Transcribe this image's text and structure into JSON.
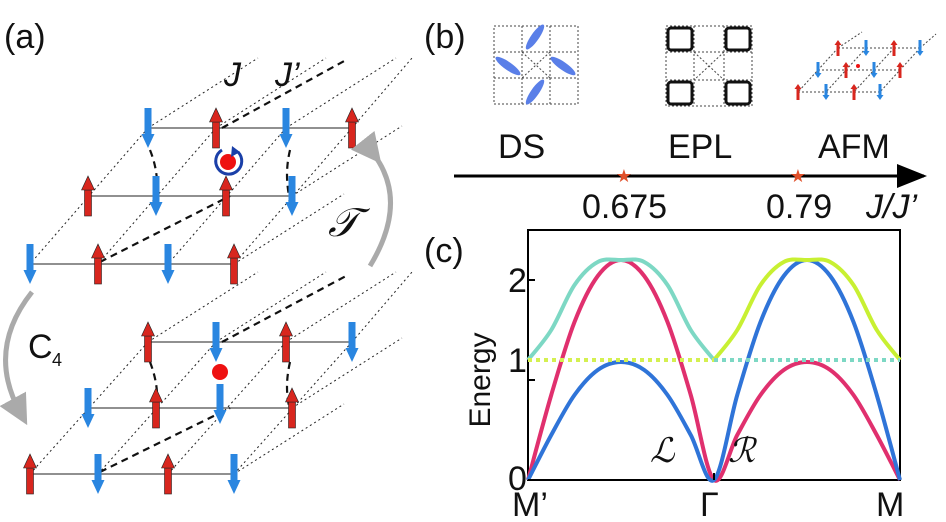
{
  "panels": {
    "a": {
      "label": "(a)",
      "J": "J",
      "Jp": "J’",
      "T": "𝒯",
      "C4": "C",
      "C4sub": "4"
    },
    "b": {
      "label": "(b)",
      "phases": [
        "DS",
        "EPL",
        "AFM"
      ],
      "axis_ticks": [
        "0.675",
        "0.79"
      ],
      "axis_label": "J/J’",
      "colors": {
        "axis": "#000000",
        "star": "#e0502a",
        "ds": "#5a7fe8"
      }
    },
    "c": {
      "label": "(c)",
      "L": "ℒ",
      "R": "ℛ"
    }
  },
  "colors": {
    "up": "#d8261e",
    "down": "#2a86e0",
    "dot": "#ee1111",
    "rot": "#1a3fa8"
  },
  "chart_data": {
    "type": "line",
    "ylabel": "Energy",
    "xticks": [
      "M’",
      "Γ",
      "M"
    ],
    "yticks": [
      "0",
      "1",
      "2"
    ],
    "ylim": [
      0,
      2.5
    ],
    "x": [
      0,
      0.0625,
      0.125,
      0.1875,
      0.25,
      0.3125,
      0.375,
      0.4375,
      0.5,
      0.5625,
      0.625,
      0.6875,
      0.75,
      0.8125,
      0.875,
      0.9375,
      1
    ],
    "series": [
      {
        "color": "#e0306e",
        "values": [
          0,
          0.85,
          1.58,
          2.04,
          2.2,
          2.04,
          1.58,
          0.85,
          0,
          0.45,
          0.85,
          1.1,
          1.18,
          1.1,
          0.85,
          0.45,
          0
        ]
      },
      {
        "color": "#2f74d8",
        "values": [
          0,
          0.45,
          0.85,
          1.1,
          1.18,
          1.1,
          0.85,
          0.45,
          0,
          0.85,
          1.58,
          2.04,
          2.2,
          2.04,
          1.58,
          0.85,
          0
        ]
      },
      {
        "color": "#7dd8c4",
        "values": [
          1.2,
          1.5,
          1.95,
          2.18,
          2.2,
          2.18,
          1.95,
          1.5,
          1.2,
          null,
          null,
          null,
          null,
          null,
          null,
          null,
          null
        ]
      },
      {
        "color": "#c8f032",
        "values": [
          null,
          null,
          null,
          null,
          null,
          null,
          null,
          null,
          1.2,
          1.5,
          1.95,
          2.18,
          2.2,
          2.18,
          1.95,
          1.5,
          1.2
        ]
      },
      {
        "color": "#d4f050",
        "dashed": true,
        "values": [
          1.2,
          null,
          null,
          null,
          null,
          null,
          null,
          null,
          1.2,
          null,
          null,
          null,
          null,
          null,
          null,
          null,
          null
        ]
      },
      {
        "color": "#7dd8c4",
        "dashed": true,
        "values": [
          null,
          null,
          null,
          null,
          null,
          null,
          null,
          null,
          1.2,
          null,
          null,
          null,
          null,
          null,
          null,
          null,
          1.2
        ]
      }
    ]
  }
}
